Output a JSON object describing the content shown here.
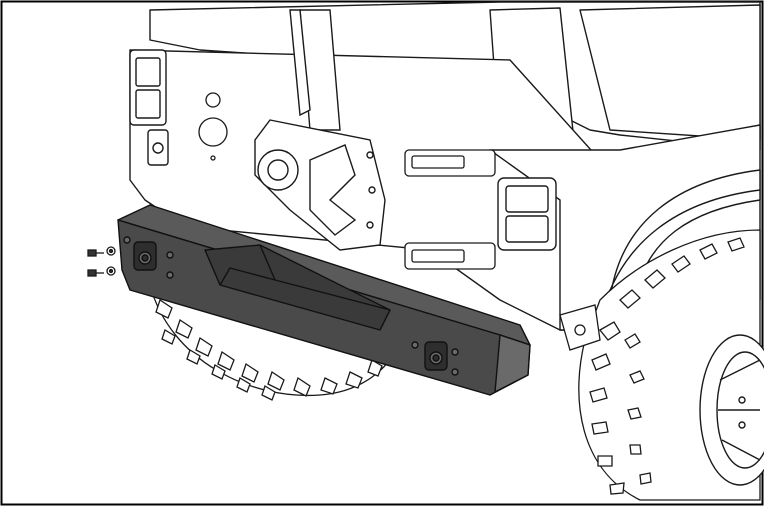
{
  "diagram": {
    "subject": "jeep-rear-bumper-install",
    "colors": {
      "line": "#1a1a1a",
      "bumper_fill": "#4a4a4a",
      "bumper_dark": "#2e2e2e",
      "bumper_light": "#6a6a6a",
      "background": "#ffffff",
      "frame": "#000000"
    },
    "parts": {
      "hardware_count": 4,
      "shackle_mount_count": 2
    }
  }
}
